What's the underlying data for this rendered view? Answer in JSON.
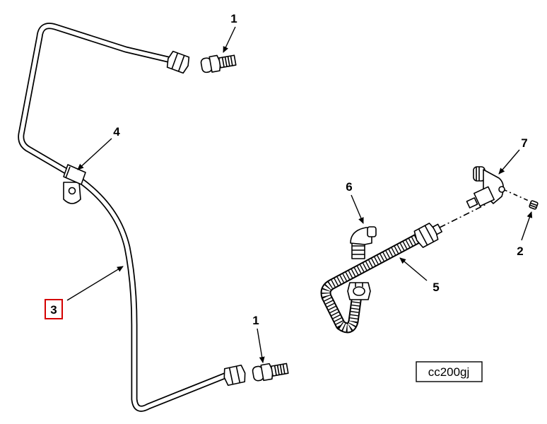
{
  "callouts": {
    "fitting_top": "1",
    "fitting_bottom": "1",
    "plug": "2",
    "tube_assembly": "3",
    "clamp": "4",
    "hose": "5",
    "elbow": "6",
    "tee": "7"
  },
  "figure_code": "cc200gj",
  "colors": {
    "line": "#000000",
    "background": "#ffffff",
    "highlight": "#d40000"
  }
}
